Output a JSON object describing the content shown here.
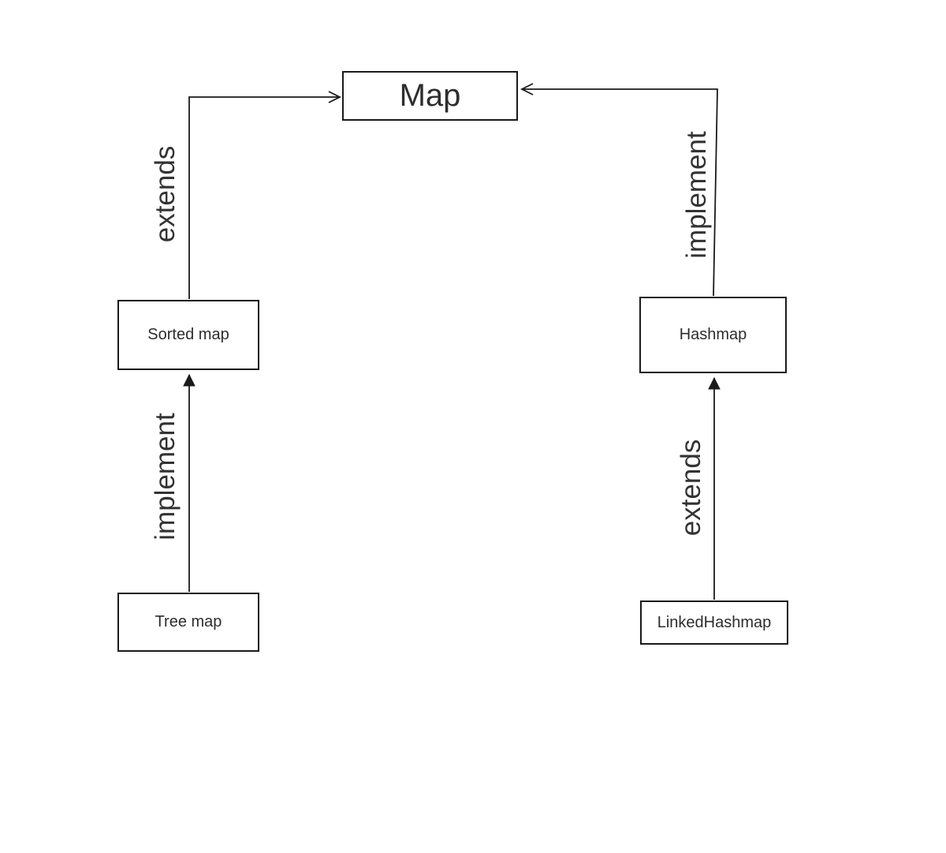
{
  "diagram": {
    "colors": {
      "background": "#ffffff",
      "node_fill": "#ffffff",
      "node_border": "#1a1a1a",
      "line": "#1a1a1a",
      "node_text": "#2d2d2d",
      "label_text": "#333333"
    },
    "nodes": [
      {
        "id": "map",
        "label": "Map"
      },
      {
        "id": "sorted-map",
        "label": "Sorted map"
      },
      {
        "id": "hashmap",
        "label": "Hashmap"
      },
      {
        "id": "tree-map",
        "label": "Tree map"
      },
      {
        "id": "linked-hashmap",
        "label": "LinkedHashmap"
      }
    ],
    "edges": [
      {
        "from": "sorted-map",
        "to": "map",
        "label": "extends",
        "arrowhead": "open"
      },
      {
        "from": "hashmap",
        "to": "map",
        "label": "implement",
        "arrowhead": "open"
      },
      {
        "from": "tree-map",
        "to": "sorted-map",
        "label": "implement",
        "arrowhead": "filled"
      },
      {
        "from": "linked-hashmap",
        "to": "hashmap",
        "label": "extends",
        "arrowhead": "filled"
      }
    ]
  }
}
